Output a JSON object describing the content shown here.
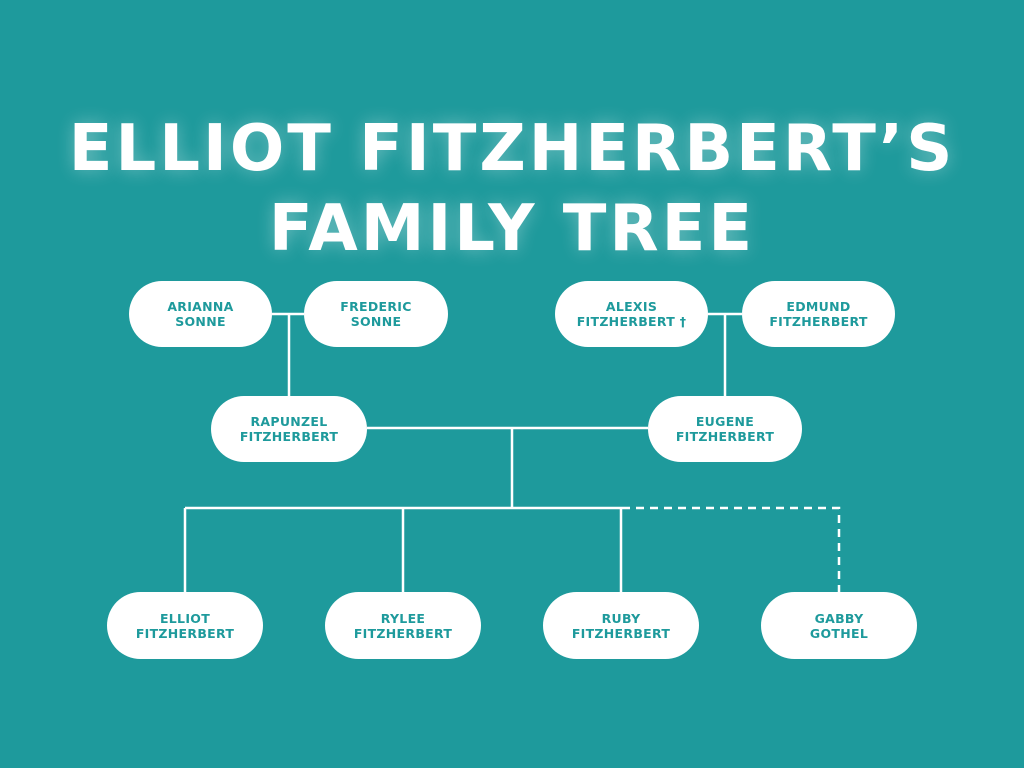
{
  "title": {
    "line1": "ELLIOT FITZHERBERT’S",
    "line2": "FAMILY TREE"
  },
  "colors": {
    "background": "#1e9a9c",
    "node_fill": "#ffffff",
    "node_text": "#1e9a9c",
    "connector": "#ffffff"
  },
  "nodes": {
    "arianna": {
      "first": "ARIANNA",
      "last": "SONNE"
    },
    "frederic": {
      "first": "FREDERIC",
      "last": "SONNE"
    },
    "alexis": {
      "first": "ALEXIS",
      "last": "FITZHERBERT †"
    },
    "edmund": {
      "first": "EDMUND",
      "last": "FITZHERBERT"
    },
    "rapunzel": {
      "first": "RAPUNZEL",
      "last": "FITZHERBERT"
    },
    "eugene": {
      "first": "EUGENE",
      "last": "FITZHERBERT"
    },
    "elliot": {
      "first": "ELLIOT",
      "last": "FITZHERBERT"
    },
    "rylee": {
      "first": "RYLEE",
      "last": "FITZHERBERT"
    },
    "ruby": {
      "first": "RUBY",
      "last": "FITZHERBERT"
    },
    "gabby": {
      "first": "GABBY",
      "last": "GOTHEL"
    }
  }
}
